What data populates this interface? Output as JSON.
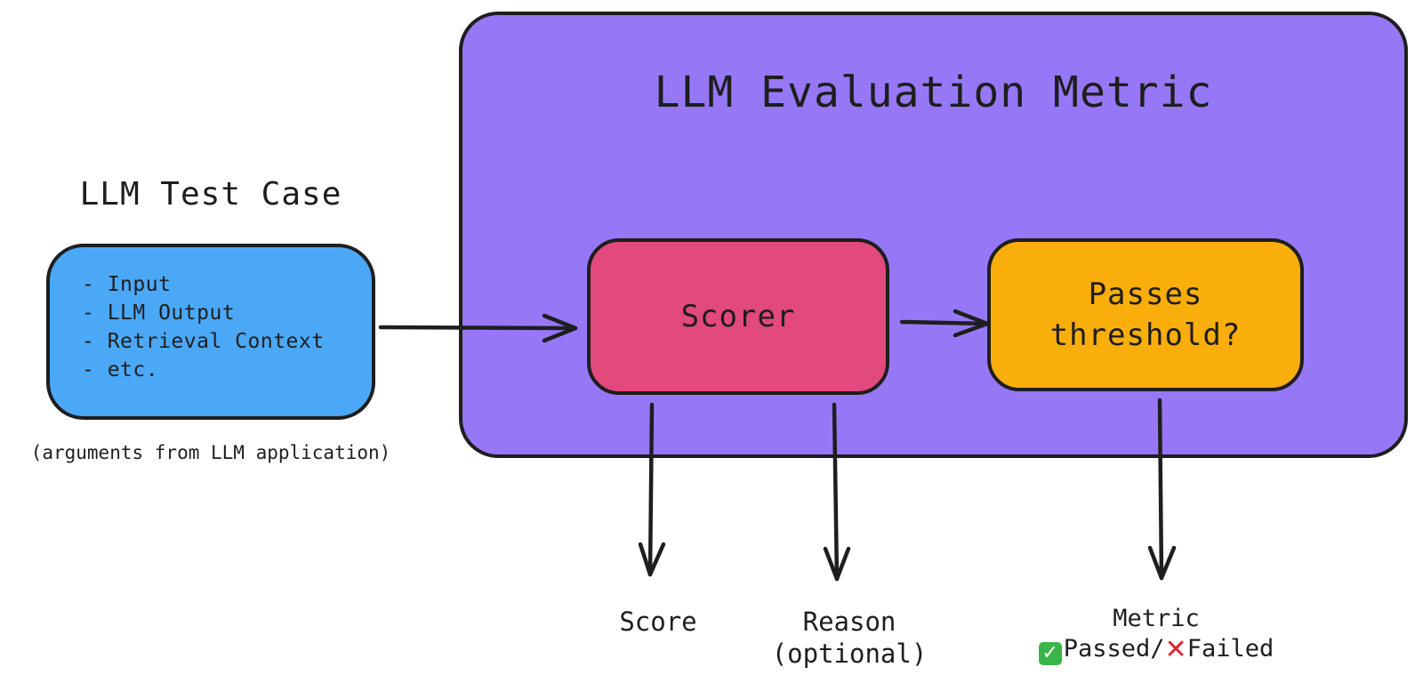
{
  "metric": {
    "title": "LLM Evaluation Metric",
    "color": "#9678f7"
  },
  "test_case": {
    "title": "LLM Test Case",
    "items": [
      "- Input",
      "- LLM Output",
      "- Retrieval Context",
      "- etc."
    ],
    "caption": "(arguments from LLM application)",
    "color": "#4aa8f7"
  },
  "scorer": {
    "label": "Scorer",
    "color": "#e2497c"
  },
  "threshold": {
    "line1": "Passes",
    "line2": "threshold?",
    "color": "#f9ae0c"
  },
  "outputs": {
    "score": "Score",
    "reason_line1": "Reason",
    "reason_line2": "(optional)",
    "metric_line1": "Metric",
    "passed": "Passed/",
    "failed": "Failed",
    "passed_icon": "check-mark-icon",
    "failed_icon": "cross-mark-icon"
  }
}
